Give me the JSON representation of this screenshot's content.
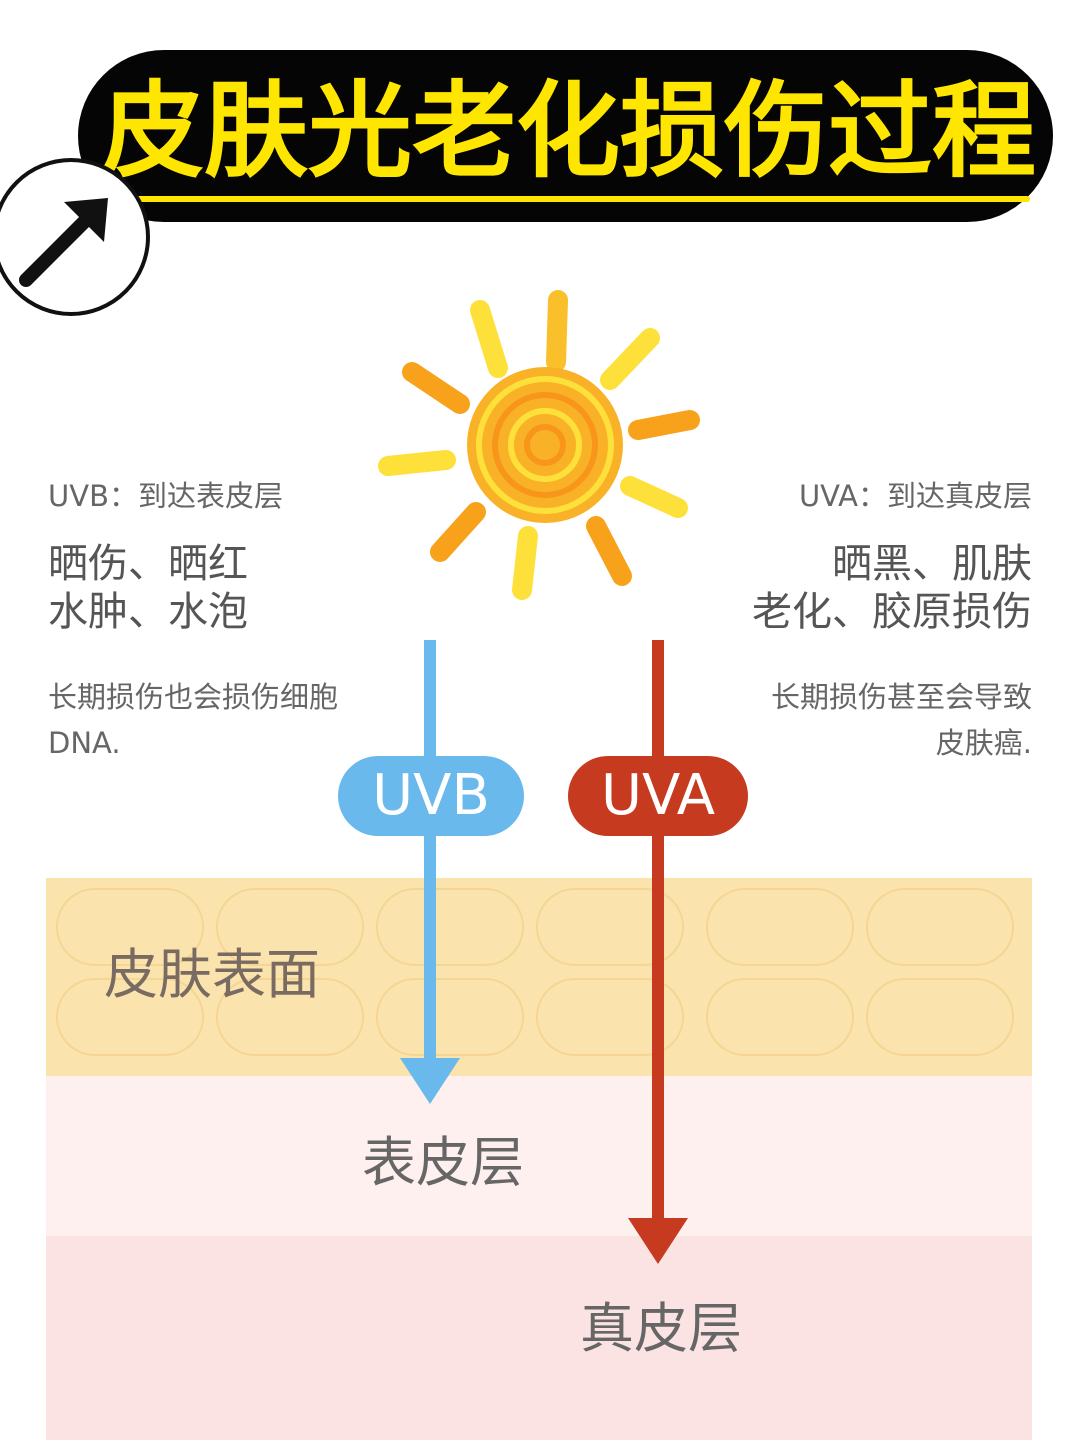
{
  "title": "皮肤光老化损伤过程",
  "uvb": {
    "heading": "UVB：到达表皮层",
    "effects_line1": "晒伤、晒红",
    "effects_line2": "水肿、水泡",
    "note": "长期损伤也会损伤细胞DNA.",
    "badge": "UVB"
  },
  "uva": {
    "heading": "UVA：到达真皮层",
    "effects_line1": "晒黑、肌肤",
    "effects_line2": "老化、胶原损伤",
    "note_line1": "长期损伤甚至会导致",
    "note_line2": "皮肤癌.",
    "badge": "UVA"
  },
  "layers": {
    "surface": "皮肤表面",
    "epidermis": "表皮层",
    "dermis": "真皮层"
  },
  "colors": {
    "uvb": "#69b9ec",
    "uva": "#c63a1f",
    "title": "#ffe600",
    "sun_outer": "#fde13a",
    "sun_inner": "#f7a21a"
  },
  "icons": [
    "arrow-up-right-icon",
    "sun-icon"
  ]
}
